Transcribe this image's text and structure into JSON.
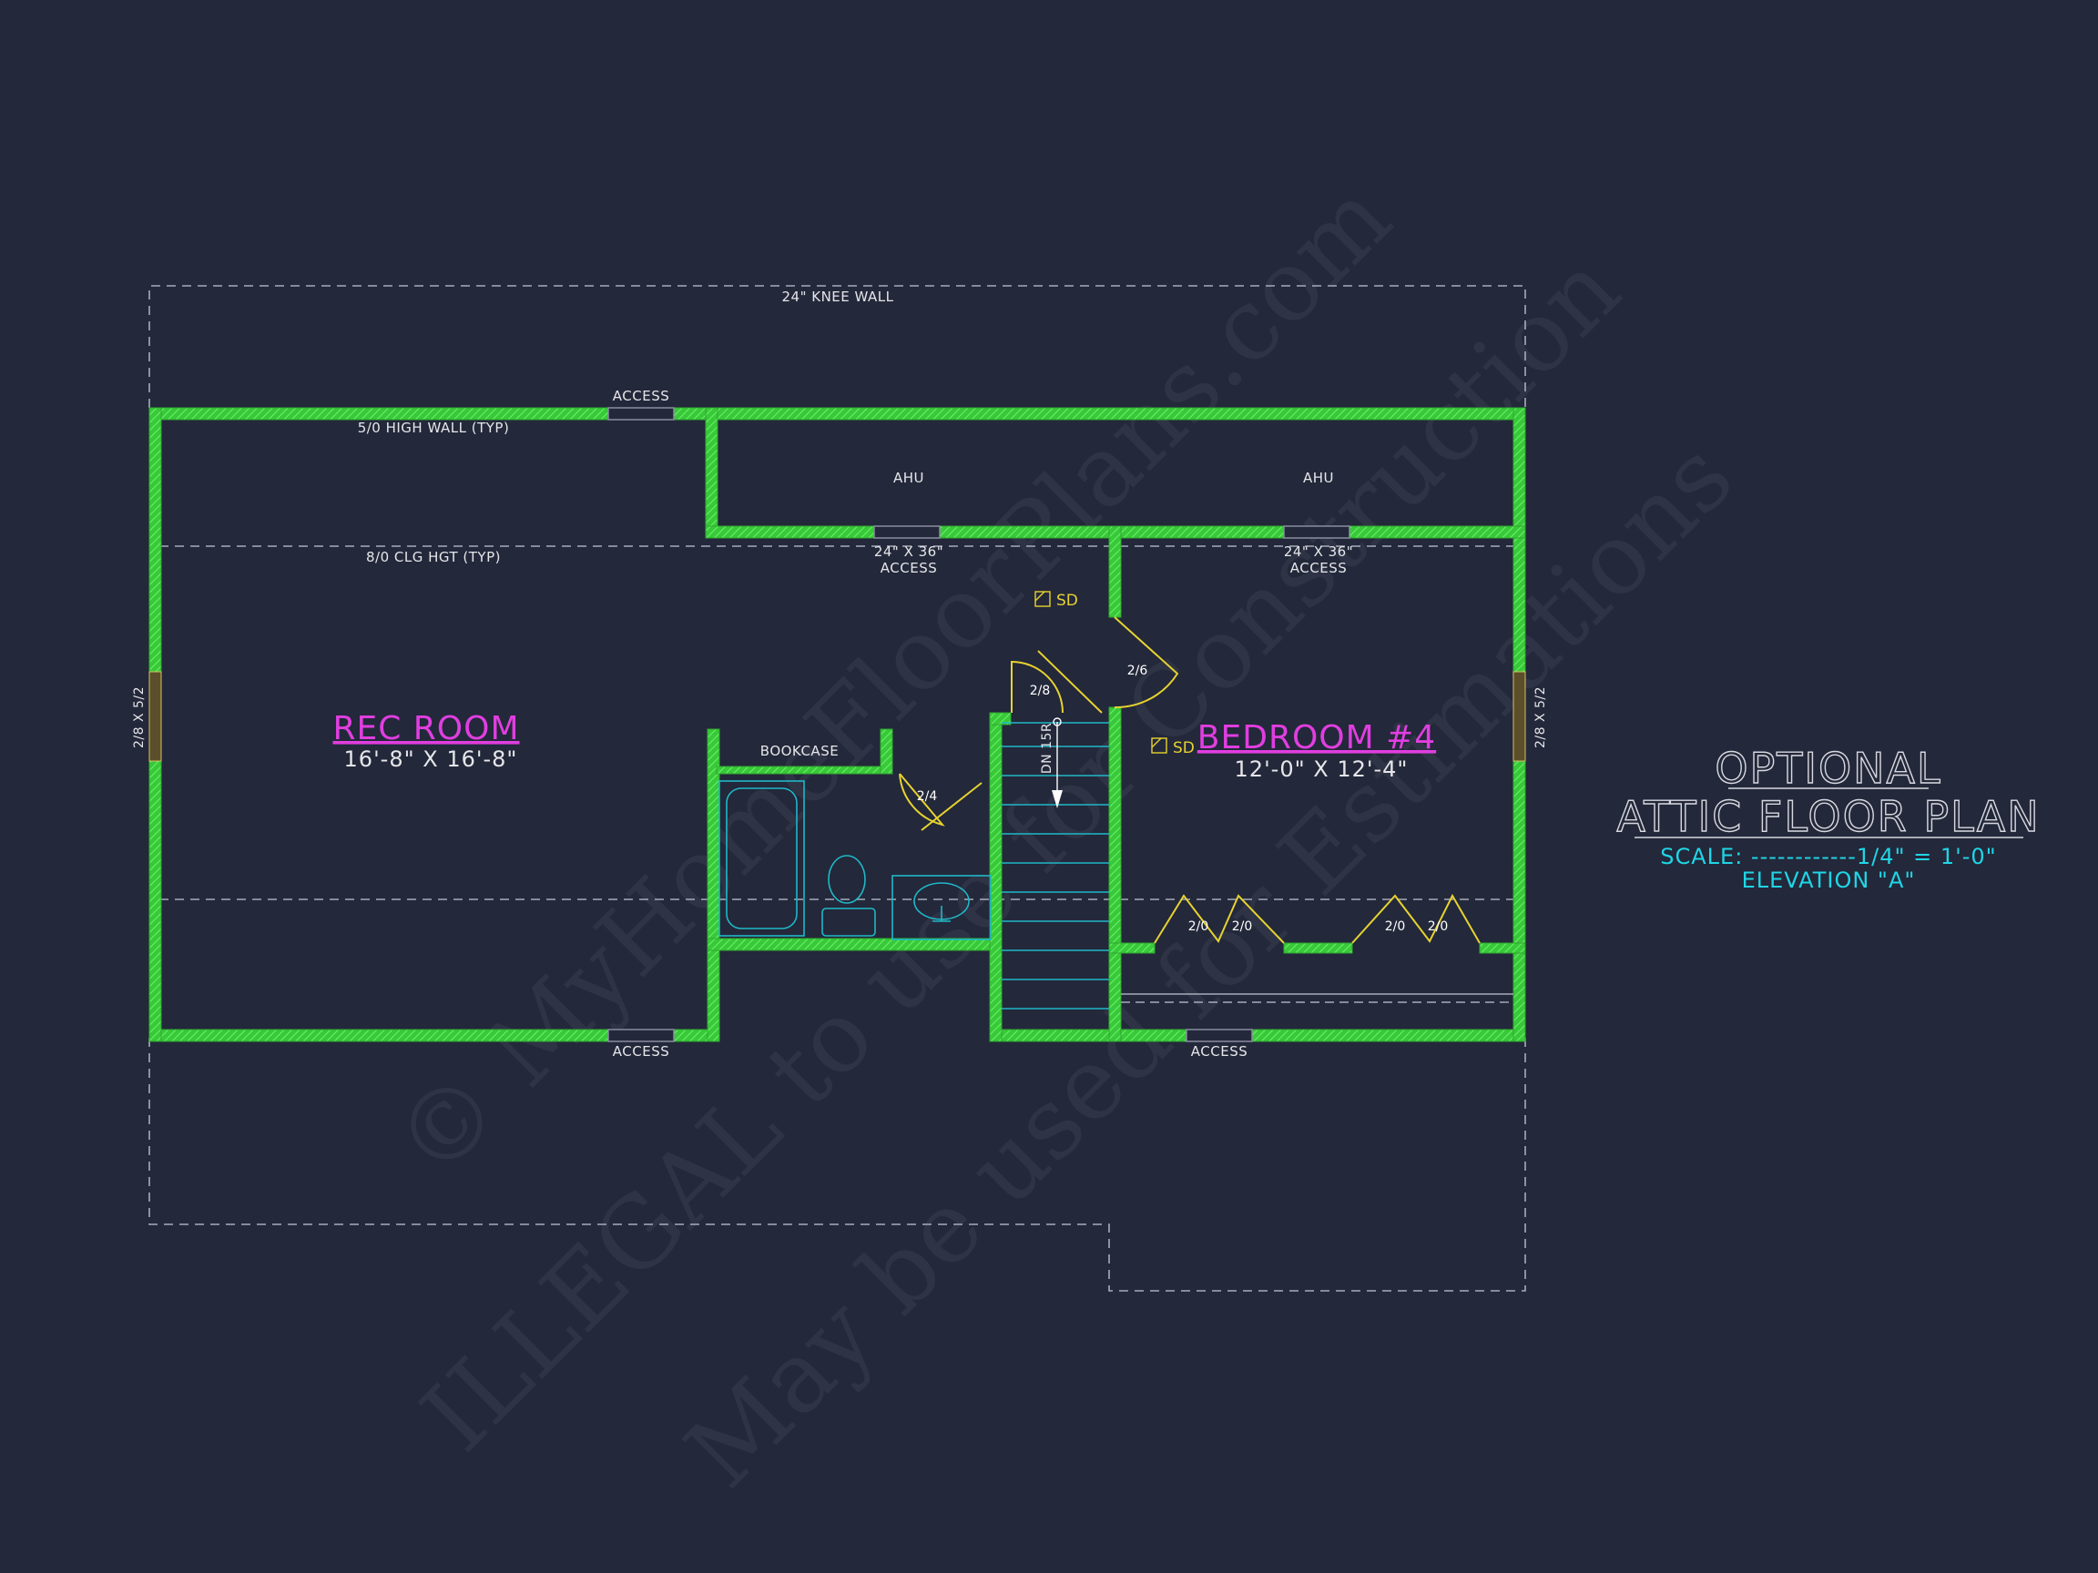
{
  "labels": {
    "knee_wall": "24\" KNEE WALL",
    "access_top": "ACCESS",
    "access_bottom_left": "ACCESS",
    "access_bottom_right": "ACCESS",
    "high_wall": "5/0 HIGH WALL (TYP)",
    "clg_hgt": "8/0 CLG HGT (TYP)",
    "ahu_1": "AHU",
    "ahu_2": "AHU",
    "access_24x36_1_a": "24\" X 36\"",
    "access_24x36_1_b": "ACCESS",
    "access_24x36_2_a": "24\" X 36\"",
    "access_24x36_2_b": "ACCESS",
    "window_left": "2/8 X 5/2",
    "window_right": "2/8 X 5/2",
    "bookcase": "BOOKCASE",
    "stair": "DN 15R",
    "sd_1": "SD",
    "sd_2": "SD"
  },
  "doors": {
    "d_2_8": "2/8",
    "d_2_6": "2/6",
    "d_2_4": "2/4",
    "closet_1a": "2/0",
    "closet_1b": "2/0",
    "closet_2a": "2/0",
    "closet_2b": "2/0"
  },
  "rooms": {
    "rec_room": {
      "name": "REC ROOM",
      "dims": "16'-8\" X 16'-8\""
    },
    "bedroom": {
      "name": "BEDROOM #4",
      "dims": "12'-0\" X 12'-4\""
    }
  },
  "title_block": {
    "line1": "OPTIONAL",
    "line2": "ATTIC FLOOR PLAN",
    "scale": "SCALE: ------------1/4\" = 1'-0\"",
    "elevation": "ELEVATION \"A\""
  },
  "watermark": {
    "line1": "© MyHomeFloorPlans.com",
    "line2": "ILLEGAL to use for Construction",
    "line3": "May be used for Estimations"
  },
  "colors": {
    "background": "#23283a",
    "wall": "#3fd63f",
    "door": "#e6d230",
    "room_name": "#e03ee0",
    "fixture": "#1fb8c8",
    "title_sub": "#1fd6e6"
  }
}
